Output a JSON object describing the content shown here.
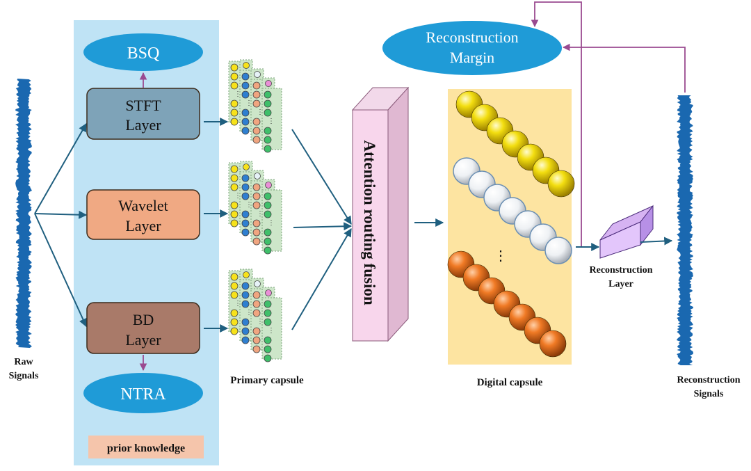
{
  "prior_knowledge": {
    "label": "prior knowledge"
  },
  "raw_signals": {
    "label_line1": "Raw",
    "label_line2": "Signals"
  },
  "layers": {
    "stft": {
      "line1": "STFT",
      "line2": "Layer"
    },
    "wavelet": {
      "line1": "Wavelet",
      "line2": "Layer"
    },
    "bd": {
      "line1": "BD",
      "line2": "Layer"
    }
  },
  "bsq": {
    "label": "BSQ"
  },
  "ntra": {
    "label": "NTRA"
  },
  "primary_capsule": {
    "label": "Primary capsule"
  },
  "attention": {
    "label": "Attention routing fusion"
  },
  "digital_capsule": {
    "label": "Digital capsule",
    "ellipsis": "⋮"
  },
  "reconstruction_margin": {
    "line1": "Reconstruction",
    "line2": "Margin"
  },
  "reconstruction_layer": {
    "line1": "Reconstruction",
    "line2": "Layer"
  },
  "reconstruction_signals": {
    "line1": "Reconstruction",
    "line2": "Signals"
  },
  "colors": {
    "prior_bg": "#bfe3f5",
    "ellipse": "#1f9bd7",
    "stft": "#7ea3b8",
    "wavelet": "#f0a983",
    "bd": "#a97a69",
    "attention_front": "#f8d6ec",
    "digital_bg": "#fde4a1",
    "arrow_blue": "#1f5f7f",
    "arrow_purple": "#9a4a90",
    "signal": "#1a68b0"
  }
}
